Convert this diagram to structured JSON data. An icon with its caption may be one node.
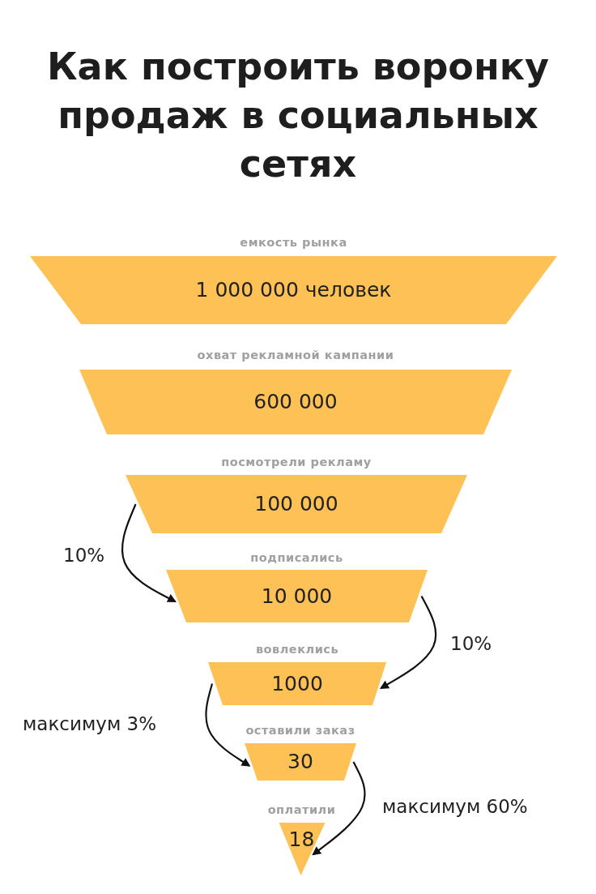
{
  "diagram": {
    "title": "Как построить воронку продаж в социальных сетях",
    "nodes": [
      {
        "text": [
          "емкость рынка",
          "1 000 000 человек"
        ]
      },
      {
        "text": [
          "охват рекламной кампании",
          "600 000"
        ]
      },
      {
        "text": [
          "посмотрели рекламу",
          "100 000"
        ]
      },
      {
        "text": [
          "подписались",
          "10 000"
        ]
      },
      {
        "text": [
          "вовлеклись",
          "1000"
        ]
      },
      {
        "text": [
          "оставили заказ",
          "30"
        ]
      },
      {
        "text": [
          "оплатили",
          "18"
        ]
      }
    ],
    "edges": [
      {
        "from": 2,
        "to": 3,
        "arrow": "to",
        "label": "10%"
      },
      {
        "from": 3,
        "to": 4,
        "arrow": "to",
        "label": "10%"
      },
      {
        "from": 4,
        "to": 5,
        "arrow": "to",
        "label": "максимум 3%"
      },
      {
        "from": 5,
        "to": 6,
        "arrow": "to",
        "label": "максимум 60%"
      }
    ]
  }
}
